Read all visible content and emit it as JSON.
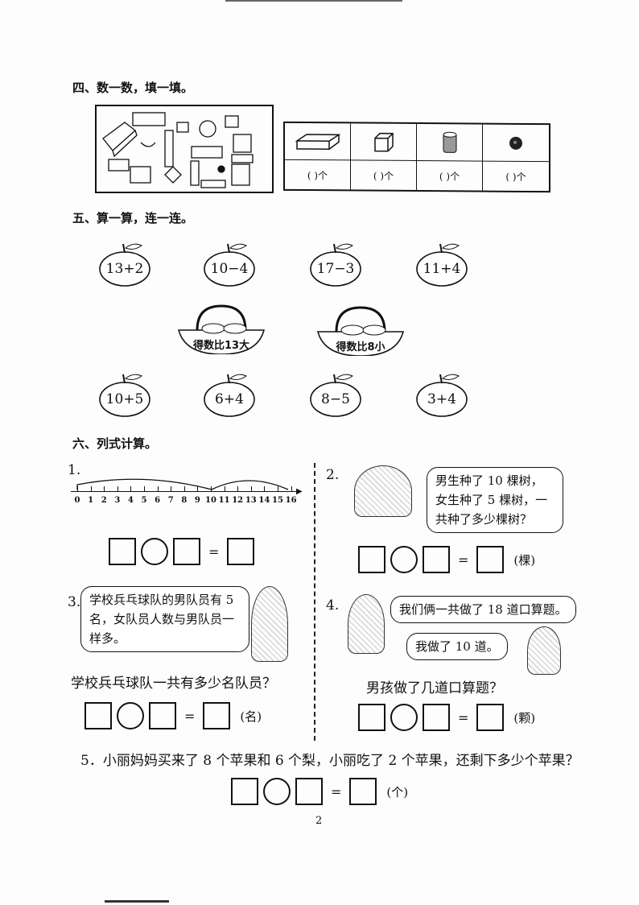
{
  "section4": {
    "title": "四、数一数，填一填。",
    "answer_cell": "(    )个",
    "shapes": [
      "cuboid-icon",
      "cube-icon",
      "cylinder-icon",
      "sphere-icon"
    ]
  },
  "section5": {
    "title": "五、算一算，连一连。",
    "apples_top": [
      "13+2",
      "10−4",
      "17−3",
      "11+4"
    ],
    "baskets": [
      "得数比13大",
      "得数比8小"
    ],
    "apples_bottom": [
      "10+5",
      "6+4",
      "8−5",
      "3+4"
    ]
  },
  "section6": {
    "title": "六、列式计算。",
    "q1": {
      "num": "1.",
      "ticks": [
        "0",
        "1",
        "2",
        "3",
        "4",
        "5",
        "6",
        "7",
        "8",
        "9",
        "10",
        "11",
        "12",
        "13",
        "14",
        "15",
        "16"
      ]
    },
    "q2": {
      "num": "2.",
      "bubble": "男生种了 10 棵树，女生种了 5 棵树，一共种了多少棵树？",
      "unit": "(棵)"
    },
    "q3": {
      "num": "3.",
      "bubble": "学校兵乓球队的男队员有 5 名，女队员人数与男队员一样多。",
      "question": "学校兵乓球队一共有多少名队员？",
      "unit": "(名)"
    },
    "q4": {
      "num": "4.",
      "bubble1": "我们俩一共做了 18 道口算题。",
      "bubble2": "我做了 10 道。",
      "question": "男孩做了几道口算题？",
      "unit": "(颗)"
    },
    "q5": {
      "text": "5．小丽妈妈买来了 8 个苹果和 6 个梨，小丽吃了 2 个苹果，还剩下多少个苹果？",
      "unit": "(个)"
    },
    "equals": "="
  },
  "page_number": "2"
}
